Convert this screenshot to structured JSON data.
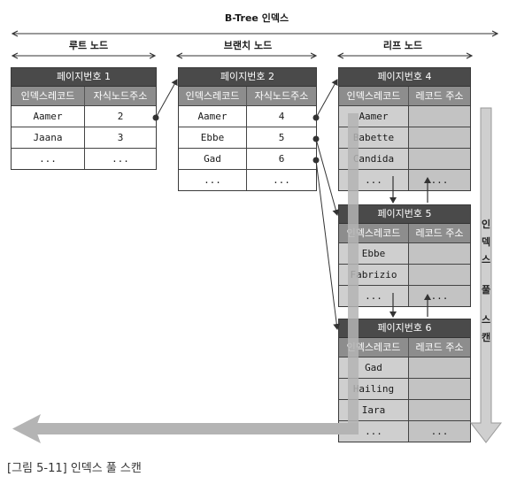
{
  "header": {
    "btree": "B-Tree 인덱스",
    "root": "루트 노드",
    "branch": "브랜치 노드",
    "leaf": "리프 노드"
  },
  "root_page": {
    "title": "페이지번호 1",
    "col1": "인덱스레코드",
    "col2": "자식노드주소",
    "rows": [
      [
        "Aamer",
        "2"
      ],
      [
        "Jaana",
        "3"
      ],
      [
        "...",
        "..."
      ]
    ]
  },
  "branch_page": {
    "title": "페이지번호 2",
    "col1": "인덱스레코드",
    "col2": "자식노드주소",
    "rows": [
      [
        "Aamer",
        "4"
      ],
      [
        "Ebbe",
        "5"
      ],
      [
        "Gad",
        "6"
      ],
      [
        "...",
        "..."
      ]
    ]
  },
  "leaf_page_4": {
    "title": "페이지번호 4",
    "col1": "인덱스레코드",
    "col2": "레코드 주소",
    "rows": [
      [
        "Aamer",
        ""
      ],
      [
        "Babette",
        ""
      ],
      [
        "Candida",
        ""
      ],
      [
        "...",
        "..."
      ]
    ]
  },
  "leaf_page_5": {
    "title": "페이지번호 5",
    "col1": "인덱스레코드",
    "col2": "레코드 주소",
    "rows": [
      [
        "Ebbe",
        ""
      ],
      [
        "Fabrizio",
        ""
      ],
      [
        "...",
        "..."
      ]
    ]
  },
  "leaf_page_6": {
    "title": "페이지번호 6",
    "col1": "인덱스레코드",
    "col2": "레코드 주소",
    "rows": [
      [
        "Gad",
        ""
      ],
      [
        "Hailing",
        ""
      ],
      [
        "Iara",
        ""
      ],
      [
        "...",
        "..."
      ]
    ]
  },
  "scan_label": "인덱스 풀 스캔",
  "caption": "[그림 5-11] 인덱스 풀 스캔",
  "colors": {
    "title_bg": "#4a4a4a",
    "head_bg": "#8d8d8d",
    "leaf_cell": "#c8c8c8",
    "scan_arrow": "#b4b4b4"
  }
}
